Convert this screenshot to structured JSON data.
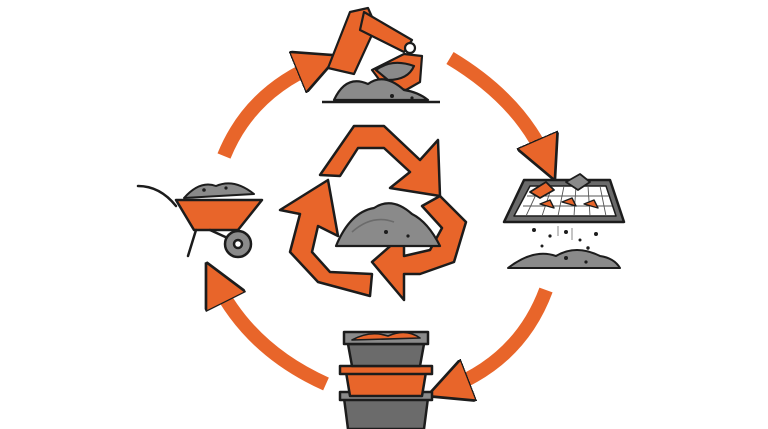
{
  "diagram": {
    "type": "recycling-cycle",
    "stages": [
      {
        "id": "excavation",
        "icon": "excavator-bucket-icon"
      },
      {
        "id": "screening",
        "icon": "sieve-screen-icon"
      },
      {
        "id": "sorting",
        "icon": "stacked-bins-icon"
      },
      {
        "id": "transport",
        "icon": "wheelbarrow-icon"
      }
    ],
    "center_icon": "recycle-symbol-icon",
    "flow_direction": "clockwise",
    "colors": {
      "accent": "#e8652a",
      "outline": "#1c1c1c",
      "material": "#8a8a8a",
      "material_dark": "#6b6b6b",
      "background": "#ffffff"
    }
  }
}
